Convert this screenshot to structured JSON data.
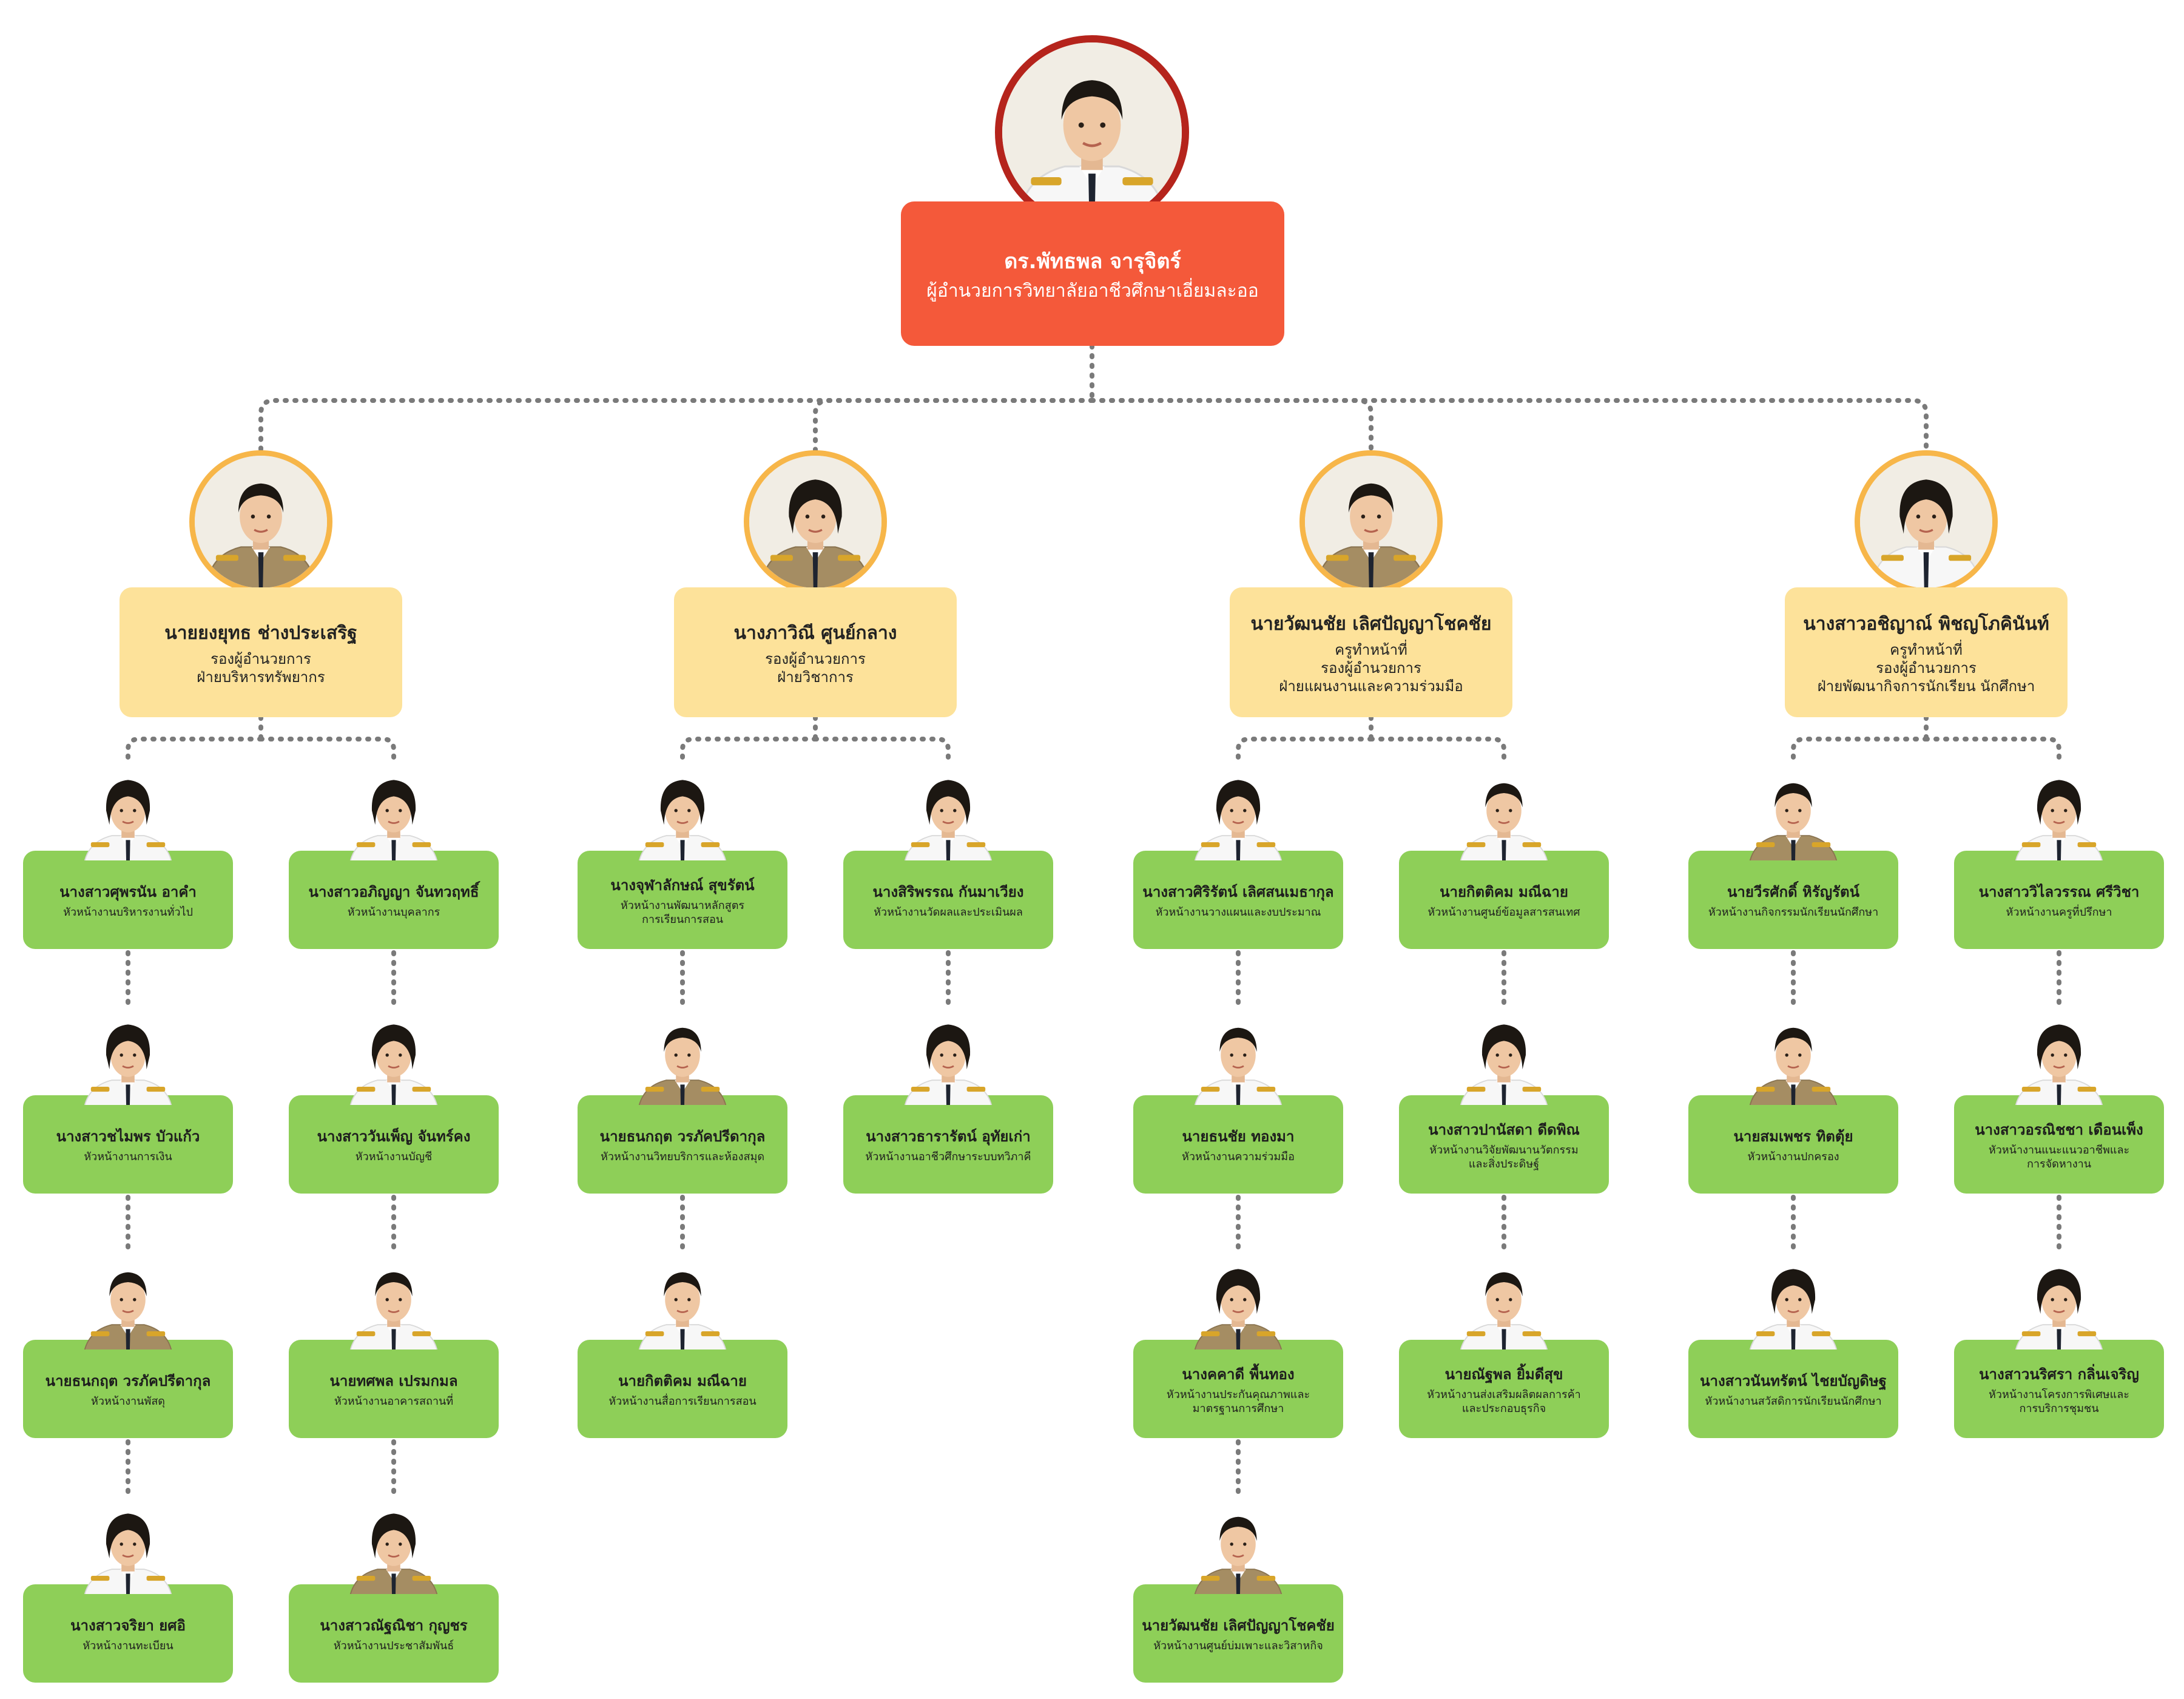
{
  "director": {
    "name": "ดร.พัทธพล จารุจิตร์",
    "roles": [
      "ผู้อำนวยการวิทยาลัยอาชีวศึกษาเอี่ยมละออ"
    ],
    "attire": "white",
    "ring_color": "#b5241c",
    "box_color": "#f4593a"
  },
  "colors": {
    "deputy_ring": "#f7b649",
    "deputy_box": "#fde29a",
    "staff_box": "#8ecf58",
    "connector": "#7a7a7a"
  },
  "departments": [
    {
      "deputy": {
        "name": "นายยงยุทธ ช่างประเสริฐ",
        "roles": [
          "รองผู้อำนวยการ",
          "ฝ่ายบริหารทรัพยากร"
        ],
        "attire": "khaki"
      },
      "columns": [
        [
          {
            "name": "นางสาวศุพรนัน อาคำ",
            "roles": [
              "หัวหน้างานบริหารงานทั่วไป"
            ],
            "attire": "white",
            "gender": "f"
          },
          {
            "name": "นางสาวชไมพร บัวแก้ว",
            "roles": [
              "หัวหน้างานการเงิน"
            ],
            "attire": "white",
            "gender": "f"
          },
          {
            "name": "นายธนกฤต วรภัคปรีดากุล",
            "roles": [
              "หัวหน้างานพัสดุ"
            ],
            "attire": "khaki",
            "gender": "m"
          },
          {
            "name": "นางสาวจริยา ยศอิ",
            "roles": [
              "หัวหน้างานทะเบียน"
            ],
            "attire": "white",
            "gender": "f"
          }
        ],
        [
          {
            "name": "นางสาวอภิญญา จันทวฤทธิ์",
            "roles": [
              "หัวหน้างานบุคลากร"
            ],
            "attire": "white",
            "gender": "f"
          },
          {
            "name": "นางสาววันเพ็ญ จันทร์คง",
            "roles": [
              "หัวหน้างานบัญชี"
            ],
            "attire": "white",
            "gender": "f"
          },
          {
            "name": "นายทศพล เปรมกมล",
            "roles": [
              "หัวหน้างานอาคารสถานที่"
            ],
            "attire": "white",
            "gender": "m"
          },
          {
            "name": "นางสาวณัฐณิชา กุญชร",
            "roles": [
              "หัวหน้างานประชาสัมพันธ์"
            ],
            "attire": "khaki",
            "gender": "f"
          }
        ]
      ]
    },
    {
      "deputy": {
        "name": "นางภาวิณี ศูนย์กลาง",
        "roles": [
          "รองผู้อำนวยการ",
          "ฝ่ายวิชาการ"
        ],
        "attire": "khaki"
      },
      "columns": [
        [
          {
            "name": "นางจุฬาลักษณ์ สุขรัตน์",
            "roles": [
              "หัวหน้างานพัฒนาหลักสูตร",
              "การเรียนการสอน"
            ],
            "attire": "white",
            "gender": "f"
          },
          {
            "name": "นายธนกฤต วรภัคปรีดากุล",
            "roles": [
              "หัวหน้างานวิทยบริการและห้องสมุด"
            ],
            "attire": "khaki",
            "gender": "m"
          },
          {
            "name": "นายกิตติคม มณีฉาย",
            "roles": [
              "หัวหน้างานสื่อการเรียนการสอน"
            ],
            "attire": "white",
            "gender": "m"
          }
        ],
        [
          {
            "name": "นางสิริพรรณ กันมาเวียง",
            "roles": [
              "หัวหน้างานวัดผลและประเมินผล"
            ],
            "attire": "white",
            "gender": "f"
          },
          {
            "name": "นางสาวธารารัตน์ อุทัยเก่า",
            "roles": [
              "หัวหน้างานอาชีวศึกษาระบบทวิภาคี"
            ],
            "attire": "white",
            "gender": "f"
          }
        ]
      ]
    },
    {
      "deputy": {
        "name": "นายวัฒนชัย เลิศปัญญาโชคชัย",
        "roles": [
          "ครูทำหน้าที่",
          "รองผู้อำนวยการ",
          "ฝ่ายแผนงานและความร่วมมือ"
        ],
        "attire": "khaki"
      },
      "columns": [
        [
          {
            "name": "นางสาวศิริรัตน์ เลิศสนเมธากุล",
            "roles": [
              "หัวหน้างานวางแผนและงบประมาณ"
            ],
            "attire": "white",
            "gender": "f"
          },
          {
            "name": "นายธนชัย ทองมา",
            "roles": [
              "หัวหน้างานความร่วมมือ"
            ],
            "attire": "white",
            "gender": "m"
          },
          {
            "name": "นางคคาดี พื้นทอง",
            "roles": [
              "หัวหน้างานประกันคุณภาพและ",
              "มาตรฐานการศึกษา"
            ],
            "attire": "khaki",
            "gender": "f"
          },
          {
            "name": "นายวัฒนชัย เลิศปัญญาโชคชัย",
            "roles": [
              "หัวหน้างานศูนย์บ่มเพาะและวิสาหกิจ"
            ],
            "attire": "khaki",
            "gender": "m"
          }
        ],
        [
          {
            "name": "นายกิตติคม มณีฉาย",
            "roles": [
              "หัวหน้างานศูนย์ข้อมูลสารสนเทศ"
            ],
            "attire": "white",
            "gender": "m"
          },
          {
            "name": "นางสาวปานัสดา ดีดพิณ",
            "roles": [
              "หัวหน้างานวิจัยพัฒนานวัตกรรม",
              "และสิ่งประดิษฐ์"
            ],
            "attire": "white",
            "gender": "f"
          },
          {
            "name": "นายณัฐพล ยิ้มดีสุข",
            "roles": [
              "หัวหน้างานส่งเสริมผลิตผลการค้า",
              "และประกอบธุรกิจ"
            ],
            "attire": "white",
            "gender": "m"
          }
        ]
      ]
    },
    {
      "deputy": {
        "name": "นางสาวอชิญาณ์ พิชญโภคินันท์",
        "roles": [
          "ครูทำหน้าที่",
          "รองผู้อำนวยการ",
          "ฝ่ายพัฒนากิจการนักเรียน นักศึกษา"
        ],
        "attire": "white"
      },
      "columns": [
        [
          {
            "name": "นายวีรศักดิ์ หิรัญรัตน์",
            "roles": [
              "หัวหน้างานกิจกรรมนักเรียนนักศึกษา"
            ],
            "attire": "khaki",
            "gender": "m"
          },
          {
            "name": "นายสมเพชร ทิตตุ้ย",
            "roles": [
              "หัวหน้างานปกครอง"
            ],
            "attire": "khaki",
            "gender": "m"
          },
          {
            "name": "นางสาวนันทรัตน์ ไชยบัญดิษฐ",
            "roles": [
              "หัวหน้างานสวัสดิการนักเรียนนักศึกษา"
            ],
            "attire": "white",
            "gender": "f"
          }
        ],
        [
          {
            "name": "นางสาววิไลวรรณ ศรีวิชา",
            "roles": [
              "หัวหน้างานครูที่ปรึกษา"
            ],
            "attire": "white",
            "gender": "f"
          },
          {
            "name": "นางสาวอรณิชชา เดือนเพ็ง",
            "roles": [
              "หัวหน้างานแนะแนวอาชีพและ",
              "การจัดหางาน"
            ],
            "attire": "white",
            "gender": "f"
          },
          {
            "name": "นางสาวนริศรา กลิ่นเจริญ",
            "roles": [
              "หัวหน้างานโครงการพิเศษและ",
              "การบริการชุมชน"
            ],
            "attire": "white",
            "gender": "f"
          }
        ]
      ]
    }
  ]
}
